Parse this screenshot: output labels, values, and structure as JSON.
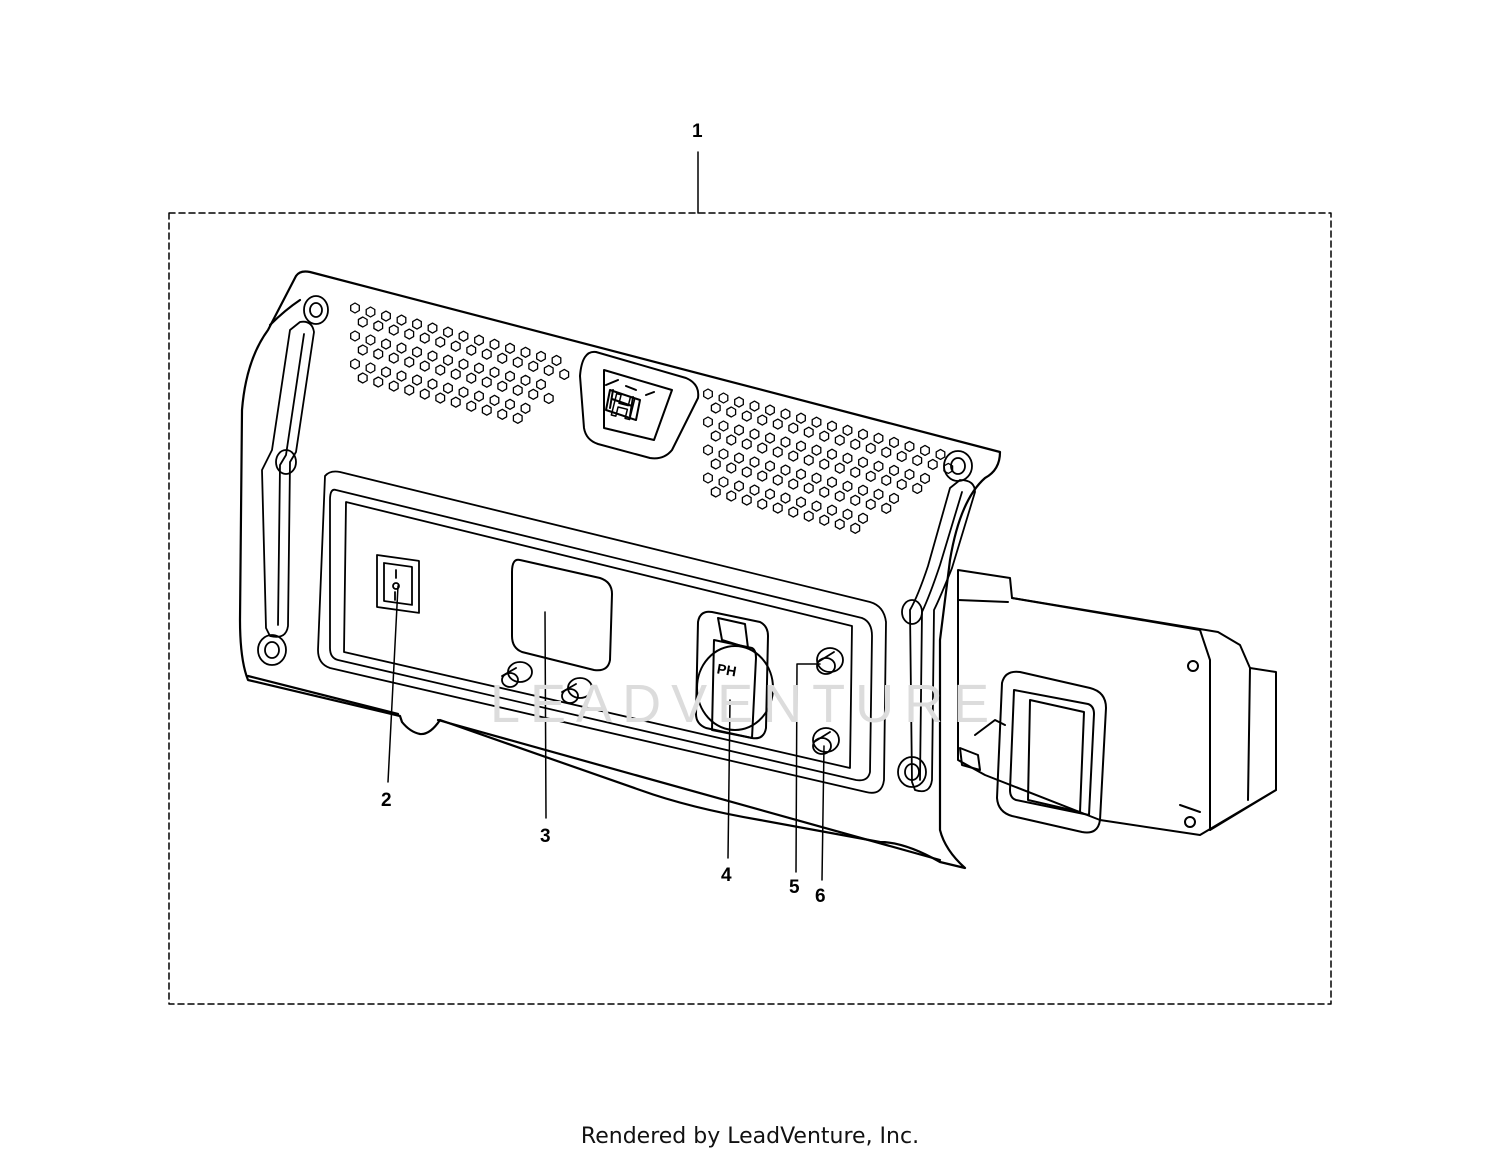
{
  "callouts": [
    {
      "id": "1",
      "label": "1"
    },
    {
      "id": "2",
      "label": "2"
    },
    {
      "id": "3",
      "label": "3"
    },
    {
      "id": "4",
      "label": "4"
    },
    {
      "id": "5",
      "label": "5"
    },
    {
      "id": "6",
      "label": "6"
    }
  ],
  "socket_marking": "PH",
  "watermark": "LEADVENTURE",
  "footer": "Rendered by LeadVenture, Inc."
}
